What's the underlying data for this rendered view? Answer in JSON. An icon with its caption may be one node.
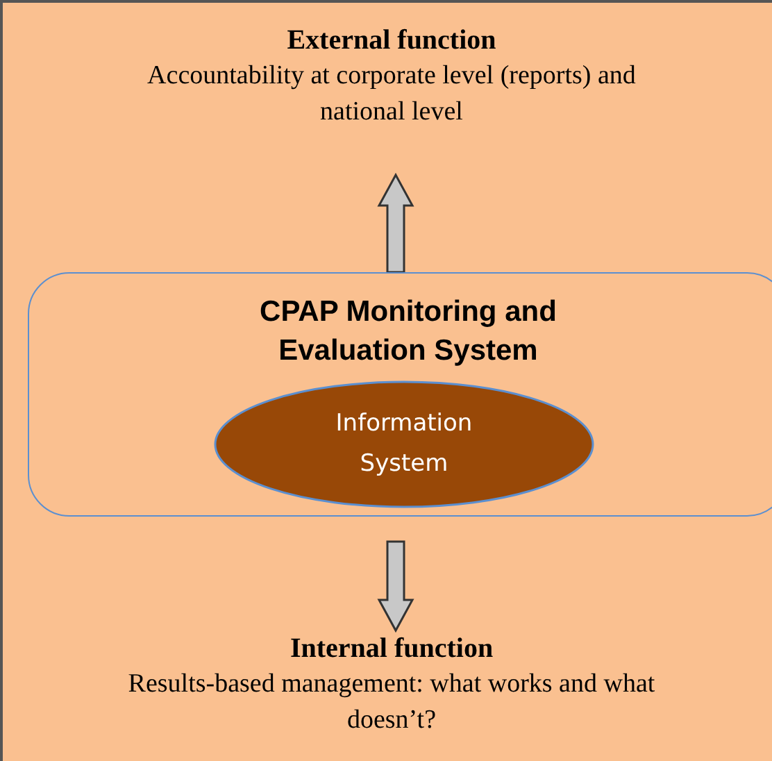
{
  "diagram": {
    "nodes": [
      {
        "text": [
          "External function",
          "Accountability at corporate level (reports) and national level"
        ]
      },
      {
        "text": [
          "CPAP Monitoring and Evaluation System"
        ]
      },
      {
        "text": [
          "Information System"
        ],
        "in": 1
      },
      {
        "text": [
          "Internal function",
          "Results-based management: what works and what doesn’t?"
        ]
      }
    ],
    "edges": [
      {
        "from": 1,
        "to": 0,
        "arrow": "to"
      },
      {
        "from": 1,
        "to": 3,
        "arrow": "to"
      }
    ]
  }
}
